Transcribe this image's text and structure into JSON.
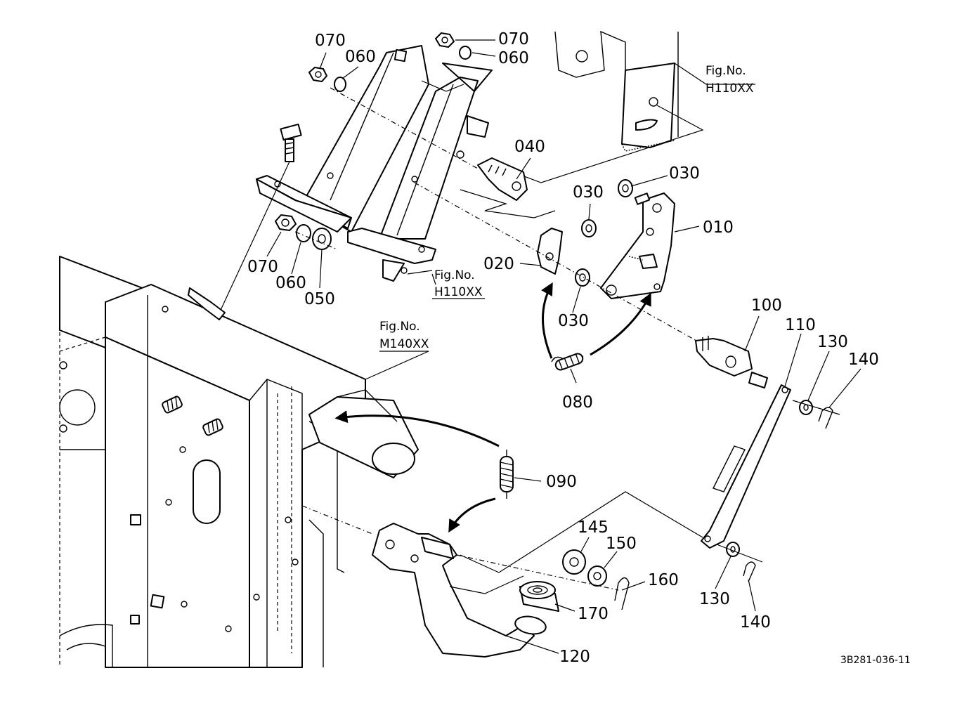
{
  "drawing_code": "3B281-036-11",
  "fig_refs": [
    {
      "line1": "Fig.No.",
      "line2": "H110XX"
    },
    {
      "line1": "Fig.No.",
      "line2": "H110XX"
    },
    {
      "line1": "Fig.No.",
      "line2": "M140XX"
    }
  ],
  "callouts": [
    "070",
    "060",
    "070",
    "060",
    "040",
    "030",
    "030",
    "010",
    "070",
    "060",
    "050",
    "020",
    "030",
    "100",
    "110",
    "130",
    "140",
    "080",
    "090",
    "145",
    "150",
    "160",
    "170",
    "130",
    "140",
    "120"
  ]
}
